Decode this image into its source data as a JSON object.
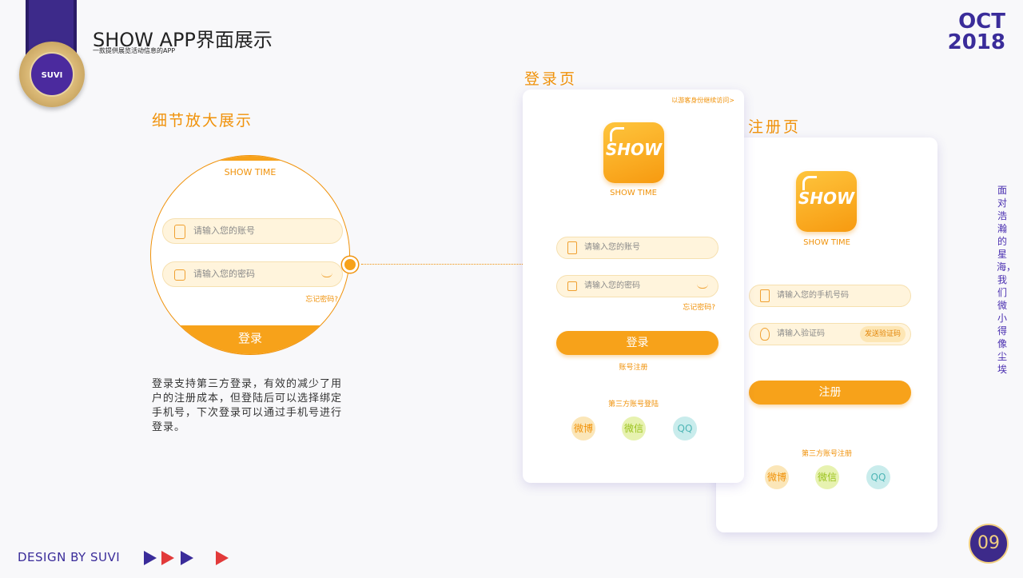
{
  "header": {
    "title": "SHOW APP界面展示",
    "subtitle": "一款提供展览活动信息的APP",
    "month": "OCT",
    "year": "2018",
    "badge": "SUVI"
  },
  "side_text": "面对浩瀚的星海，我们微小得像尘埃",
  "detail": {
    "title": "细节放大展示",
    "brand": "SHOW TIME",
    "account_placeholder": "请输入您的账号",
    "password_placeholder": "请输入您的密码",
    "forgot": "忘记密码?",
    "login": "登录",
    "description": "登录支持第三方登录，有效的减少了用户的注册成本，但登陆后可以选择绑定手机号，下次登录可以通过手机号进行登录。"
  },
  "login_page": {
    "label": "登录页",
    "guest_link": "以游客身份继续访问>",
    "logo_text": "SHOW",
    "brand": "SHOW TIME",
    "account_placeholder": "请输入您的账号",
    "password_placeholder": "请输入您的密码",
    "forgot": "忘记密码?",
    "login_button": "登录",
    "register_link": "账号注册",
    "third_party": "第三方账号登陆",
    "social": [
      "微博",
      "微信",
      "QQ"
    ]
  },
  "register_page": {
    "label": "注册页",
    "logo_text": "SHOW",
    "brand": "SHOW TIME",
    "phone_placeholder": "请输入您的手机号码",
    "code_placeholder": "请输入验证码",
    "send_code": "发送验证码",
    "register_button": "注册",
    "third_party": "第三方账号注册",
    "social": [
      "微博",
      "微信",
      "QQ"
    ]
  },
  "footer": {
    "design_by": "DESIGN BY SUVI",
    "page_number": "09"
  },
  "colors": {
    "accent": "#f7a21a",
    "brand_purple": "#3d2a8a",
    "field_bg": "#fff4dc"
  }
}
